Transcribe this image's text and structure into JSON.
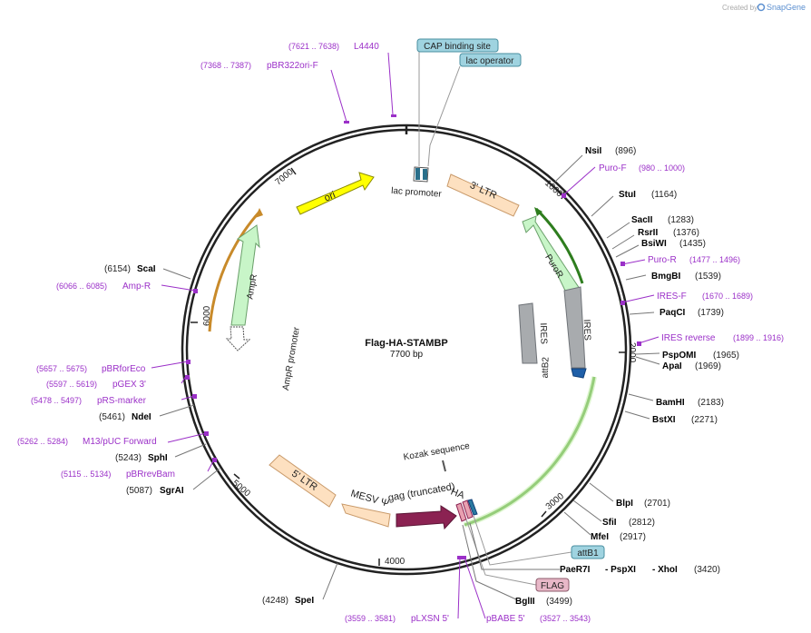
{
  "credit": {
    "prefix": "Created by",
    "brand": "SnapGene"
  },
  "plasmid": {
    "name": "Flag-HA-STAMBP",
    "length": "7700 bp"
  },
  "ticks": [
    "1000",
    "2000",
    "3000",
    "4000",
    "5000",
    "6000",
    "7000"
  ],
  "features": [
    {
      "label": "ori",
      "color": "#ffff00",
      "stroke": "#8a8a00",
      "kind": "arrow"
    },
    {
      "label": "3' LTR",
      "color": "#fde0c0",
      "stroke": "#c99a6a",
      "kind": "box"
    },
    {
      "label": "PuroR",
      "color": "#c8f5c8",
      "stroke": "#6aa06a",
      "kind": "arrow"
    },
    {
      "label": "IRES",
      "color": "#a8abae",
      "stroke": "#6f7378",
      "kind": "box"
    },
    {
      "label": "attB2",
      "color": "#1f5fa8",
      "stroke": "#0f3f78",
      "kind": "box"
    },
    {
      "label": "AmpR",
      "color": "#c8f5c8",
      "stroke": "#6aa06a",
      "kind": "arrow"
    },
    {
      "label": "AmpR promoter",
      "color": "#ffffff",
      "stroke": "#555555",
      "kind": "arrow"
    },
    {
      "label": "5' LTR",
      "color": "#fde0c0",
      "stroke": "#c99a6a",
      "kind": "box"
    },
    {
      "label": "MESV Ψ",
      "color": "#fde0c0",
      "stroke": "#c99a6a",
      "kind": "box"
    },
    {
      "label": "gag (truncated)",
      "color": "#8b2252",
      "stroke": "#5a1535",
      "kind": "arrow"
    },
    {
      "label": "HA",
      "color": "#e8a0b0",
      "stroke": "#8b2252",
      "kind": "box"
    },
    {
      "label": "Kozak sequence",
      "color": "#888888",
      "stroke": "#555555",
      "kind": "small"
    },
    {
      "label": "lac promoter",
      "color": "#ffffff",
      "stroke": "#555555",
      "kind": "small"
    }
  ],
  "callouts": [
    {
      "label": "CAP binding site"
    },
    {
      "label": "lac operator"
    },
    {
      "label": "attB1"
    },
    {
      "label": "FLAG"
    }
  ],
  "sites": [
    {
      "name": "NsiI",
      "pos": "(896)"
    },
    {
      "name": "StuI",
      "pos": "(1164)"
    },
    {
      "name": "SacII",
      "pos": "(1283)"
    },
    {
      "name": "RsrII",
      "pos": "(1376)"
    },
    {
      "name": "BsiWI",
      "pos": "(1435)"
    },
    {
      "name": "BmgBI",
      "pos": "(1539)"
    },
    {
      "name": "PaqCI",
      "pos": "(1739)"
    },
    {
      "name": "PspOMI",
      "pos": "(1965)"
    },
    {
      "name": "ApaI",
      "pos": "(1969)"
    },
    {
      "name": "BamHI",
      "pos": "(2183)"
    },
    {
      "name": "BstXI",
      "pos": "(2271)"
    },
    {
      "name": "BlpI",
      "pos": "(2701)"
    },
    {
      "name": "SfiI",
      "pos": "(2812)"
    },
    {
      "name": "MfeI",
      "pos": "(2917)"
    },
    {
      "name": "PaeR7I",
      "pos": ""
    },
    {
      "name": "- PspXI",
      "pos": ""
    },
    {
      "name": "- XhoI",
      "pos": "(3420)"
    },
    {
      "name": "BglII",
      "pos": "(3499)"
    },
    {
      "name": "SpeI",
      "pos": "(4248)"
    },
    {
      "name": "SgrAI",
      "pos": "(5087)"
    },
    {
      "name": "SphI",
      "pos": "(5243)"
    },
    {
      "name": "NdeI",
      "pos": "(5461)"
    },
    {
      "name": "ScaI",
      "pos": "(6154)"
    }
  ],
  "primers": [
    {
      "name": "L4440",
      "range": "(7621 .. 7638)"
    },
    {
      "name": "pBR322ori-F",
      "range": "(7368 .. 7387)"
    },
    {
      "name": "Puro-F",
      "range": "(980 .. 1000)"
    },
    {
      "name": "Puro-R",
      "range": "(1477 .. 1496)"
    },
    {
      "name": "IRES-F",
      "range": "(1670 .. 1689)"
    },
    {
      "name": "IRES reverse",
      "range": "(1899 .. 1916)"
    },
    {
      "name": "pBABE 5'",
      "range": "(3527 .. 3543)"
    },
    {
      "name": "pLXSN 5'",
      "range": "(3559 .. 3581)"
    },
    {
      "name": "pBRrevBam",
      "range": "(5115 .. 5134)"
    },
    {
      "name": "M13/pUC Forward",
      "range": "(5262 .. 5284)"
    },
    {
      "name": "pRS-marker",
      "range": "(5478 .. 5497)"
    },
    {
      "name": "pGEX 3'",
      "range": "(5597 .. 5619)"
    },
    {
      "name": "pBRforEco",
      "range": "(5657 .. 5675)"
    },
    {
      "name": "Amp-R",
      "range": "(6066 .. 6085)"
    }
  ],
  "colors": {
    "backbone": "#222222",
    "primer": "#9b30c8",
    "enzyme": "#000000",
    "feature_line": "#999999",
    "callout_fill": "#9fd3e0",
    "flag_fill": "#e8b8c8"
  }
}
